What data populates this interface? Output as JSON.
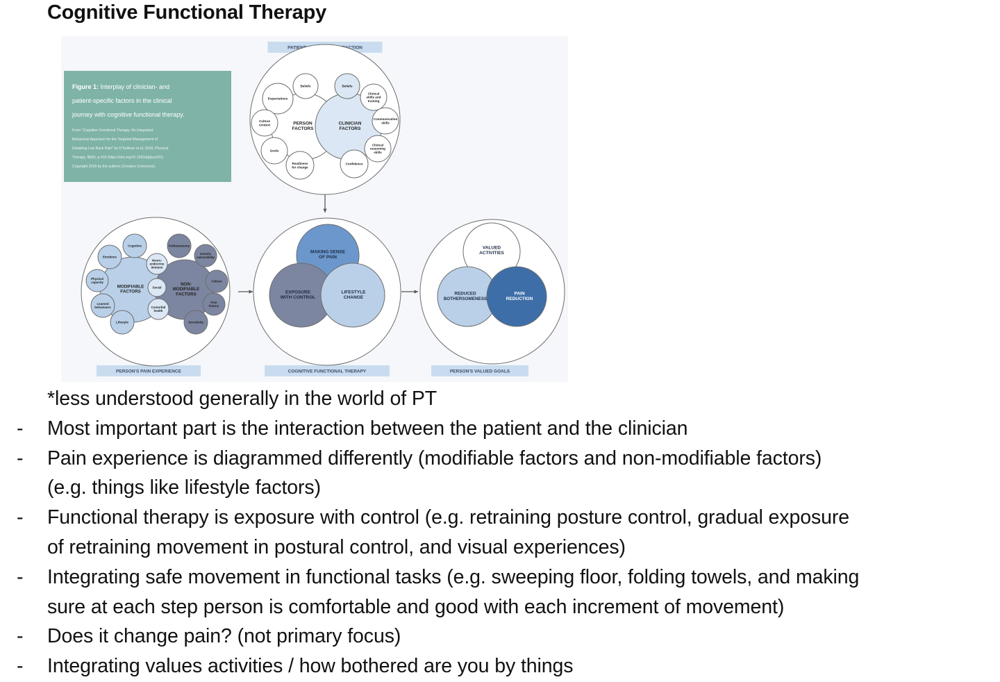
{
  "document": {
    "title": "Cognitive Functional Therapy"
  },
  "figure": {
    "caption": {
      "lead": "Figure 1:",
      "text_lines": [
        "Interplay of clinician- and",
        "patient-specific factors in the clinical",
        "journey with cognitive functional therapy."
      ],
      "source_lines": [
        "From \"Cognitive Functional Therapy: An Integrated",
        "Behavioral Approach for the Targeted Management of",
        "Disabling Low Back Pain\" by O'Sullivan et al, 2018, Physical",
        "Therapy, 98(5), p.416 (https://doi.org/10.1093/ptj/pzy022)",
        "Copyright 2018 by the authors (Creative Commons)."
      ]
    },
    "section_labels": {
      "top": "PATIENT-CLINICIAN INTERACTION",
      "left": "PERSON'S PAIN EXPERIENCE",
      "middle": "COGNITIVE FUNCTIONAL THERAPY",
      "right": "PERSON'S VALUED GOALS"
    },
    "top_circle": {
      "left_center": [
        "PERSON",
        "FACTORS"
      ],
      "right_center": [
        "CLINICIAN",
        "FACTORS"
      ],
      "small": [
        [
          "Beliefs"
        ],
        [
          "Expectations"
        ],
        [
          "Culture",
          "context"
        ],
        [
          "Goals"
        ],
        [
          "Readiness",
          "for change"
        ],
        [
          "Beliefs"
        ],
        [
          "Clinical",
          "skills and",
          "training"
        ],
        [
          "Communication",
          "skills"
        ],
        [
          "Clinical",
          "reasoning",
          "skills"
        ],
        [
          "Confidence"
        ]
      ]
    },
    "left_circle": {
      "modifiable": [
        "MODIFIABLE",
        "FACTORS"
      ],
      "non_modifiable": [
        "NON-",
        "MODIFIABLE",
        "FACTORS"
      ],
      "small": [
        [
          "Cognitive"
        ],
        [
          "Emotions"
        ],
        [
          "Physical",
          "capacity"
        ],
        [
          "Learned",
          "behaviours"
        ],
        [
          "Lifestyle"
        ],
        [
          "Neuro-",
          "endocrine",
          "immune"
        ],
        [
          "Social"
        ],
        [
          "Comorbid",
          "health"
        ],
        [
          "Pathoanatomy"
        ],
        [
          "Genetic",
          "vulnerability"
        ],
        [
          "Culture"
        ],
        [
          "Pain",
          "history"
        ],
        [
          "Sensitivity"
        ]
      ]
    },
    "middle_circle": {
      "top": [
        "MAKING SENSE",
        "OF PAIN"
      ],
      "left": [
        "EXPOSURE",
        "WITH CONTROL"
      ],
      "right": [
        "LIFESTYLE",
        "CHANGE"
      ]
    },
    "right_circle": {
      "top": [
        "VALUED",
        "ACTIVITIES"
      ],
      "left": [
        "REDUCED",
        "BOTHERSOMENESS"
      ],
      "right": [
        "PAIN",
        "REDUCTION"
      ]
    },
    "colors": {
      "caption_bg": "#7fb3a7",
      "label_bg": "#c9dcef",
      "dark_blue": "#3d6ea8",
      "mid_blue": "#6b97cc",
      "light_blue": "#b9d0e8",
      "slate": "#7d86a0",
      "outline": "#6c6c6c"
    }
  },
  "notes": {
    "intro": "*less understood generally in the world of PT",
    "bullet_marker": "-",
    "lines": [
      {
        "bullet": true,
        "text": "Most important part is the interaction between the patient and the clinician"
      },
      {
        "bullet": true,
        "text": "Pain experience is diagrammed differently (modifiable factors and non-modifiable factors)"
      },
      {
        "bullet": false,
        "text": "(e.g. things like lifestyle factors)"
      },
      {
        "bullet": true,
        "text": "Functional therapy is exposure with control (e.g. retraining posture control, gradual exposure"
      },
      {
        "bullet": false,
        "text": "of retraining movement in postural control, and visual experiences)"
      },
      {
        "bullet": true,
        "text": "Integrating safe movement in functional tasks (e.g. sweeping floor, folding towels, and making"
      },
      {
        "bullet": false,
        "text": "sure at each step person is comfortable and good with each increment of movement)"
      },
      {
        "bullet": true,
        "text": "Does it change pain? (not primary focus)"
      },
      {
        "bullet": true,
        "text": "Integrating values activities / how bothered are you by things"
      }
    ]
  }
}
